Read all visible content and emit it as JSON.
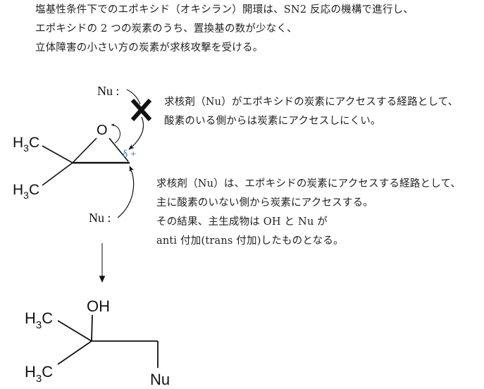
{
  "intro": {
    "lines": [
      "塩基性条件下でのエポキシド（オキシラン）開環は、SN2 反応の機構で進行し、",
      "エポキシドの 2 つの炭素のうち、置換基の数が少なく、",
      "立体障害の小さい方の炭素が求核攻撃を受ける。"
    ]
  },
  "reactant": {
    "methyl_upper": {
      "main": "H",
      "sub": "3",
      "tail": "C"
    },
    "methyl_lower": {
      "main": "H",
      "sub": "3",
      "tail": "C"
    },
    "oxygen": "O",
    "partial_charge": "δ +",
    "partial_charge_color": "#2e6db4",
    "nucleophile_top": "Nu :",
    "nucleophile_bottom": "Nu :",
    "blocked_mark": "✕"
  },
  "notes": {
    "oxygen_side": [
      "求核剤（Nu）がエポキシドの炭素にアクセスする経路として、",
      "酸素のいる側からは炭素にアクセスしにくい。"
    ],
    "main_path": [
      "求核剤（Nu）は、エポキシドの炭素にアクセスする経路として、",
      "主に酸素のいない側から炭素にアクセスする。",
      "その結果、主生成物は OH と Nu が",
      "anti 付加(trans 付加)したものとなる。"
    ]
  },
  "product": {
    "hydroxyl": "OH",
    "methyl_upper": {
      "main": "H",
      "sub": "3",
      "tail": "C"
    },
    "methyl_lower": {
      "main": "H",
      "sub": "3",
      "tail": "C"
    },
    "nucleophile": "Nu"
  }
}
